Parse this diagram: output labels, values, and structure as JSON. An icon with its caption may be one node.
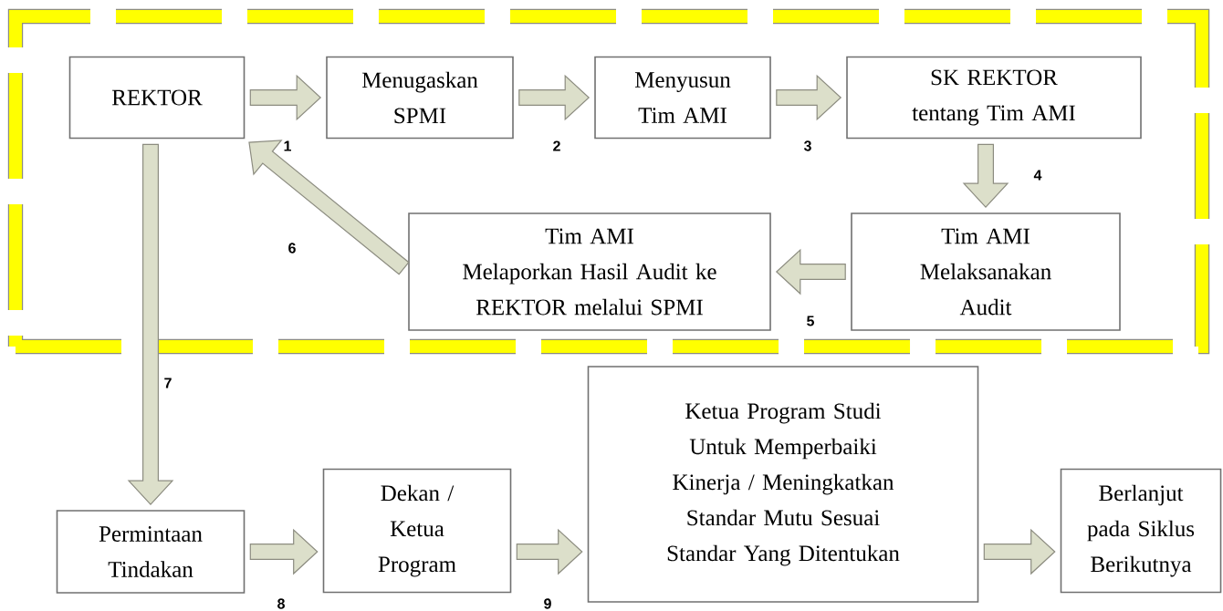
{
  "diagram": {
    "nodes": [
      {
        "text": [],
        "shape": "box"
      },
      {
        "text": [
          "REKTOR"
        ],
        "in": 0
      },
      {
        "text": [
          "Menugaskan SPMI"
        ],
        "in": 0
      },
      {
        "text": [
          "Menyusun Tim AMI"
        ],
        "in": 0
      },
      {
        "text": [
          "SK REKTOR tentang Tim AMI"
        ],
        "in": 0
      },
      {
        "text": [
          "Tim AMI",
          "Melaporkan Hasil Audit ke REKTOR melalui SPMI"
        ],
        "in": 0
      },
      {
        "text": [
          "Tim AMI Melaksanakan Audit"
        ],
        "in": 0
      },
      {
        "text": [
          "Permintaan Tindakan"
        ]
      },
      {
        "text": [
          "Dekan / Ketua Program"
        ]
      },
      {
        "text": [
          "Ketua Program Studi Untuk Memperbaiki Kinerja / Meningkatkan Standar Mutu Sesuai Standar Yang Ditentukan"
        ]
      },
      {
        "text": [
          "Berlanjut pada Siklus Berikutnya"
        ]
      }
    ],
    "edges": [
      {
        "from": 1,
        "to": 2,
        "arrow": "to",
        "label": "1"
      },
      {
        "from": 2,
        "to": 3,
        "arrow": "to",
        "label": "2"
      },
      {
        "from": 3,
        "to": 4,
        "arrow": "to",
        "label": "3"
      },
      {
        "from": 4,
        "to": 6,
        "arrow": "to",
        "label": "4"
      },
      {
        "from": 6,
        "to": 5,
        "arrow": "to",
        "label": "5"
      },
      {
        "from": 5,
        "to": 1,
        "arrow": "to",
        "label": "6"
      },
      {
        "from": 1,
        "to": 7,
        "arrow": "to",
        "label": "7"
      },
      {
        "from": 7,
        "to": 8,
        "arrow": "to",
        "label": "8"
      },
      {
        "from": 8,
        "to": 9,
        "arrow": "to",
        "label": "9"
      },
      {
        "from": 9,
        "to": 10,
        "arrow": "to"
      }
    ]
  }
}
